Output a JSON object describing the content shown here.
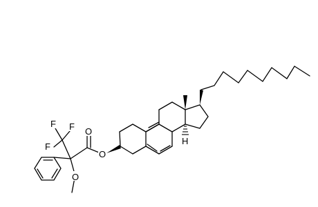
{
  "structure": {
    "atoms": {
      "F1": "F",
      "F2": "F",
      "F3": "F",
      "O_carbonyl": "O",
      "O_ester": "O",
      "O_methoxy": "O",
      "H_14alpha": "H"
    },
    "colors": {
      "bond": "#000000",
      "background": "#ffffff"
    }
  }
}
